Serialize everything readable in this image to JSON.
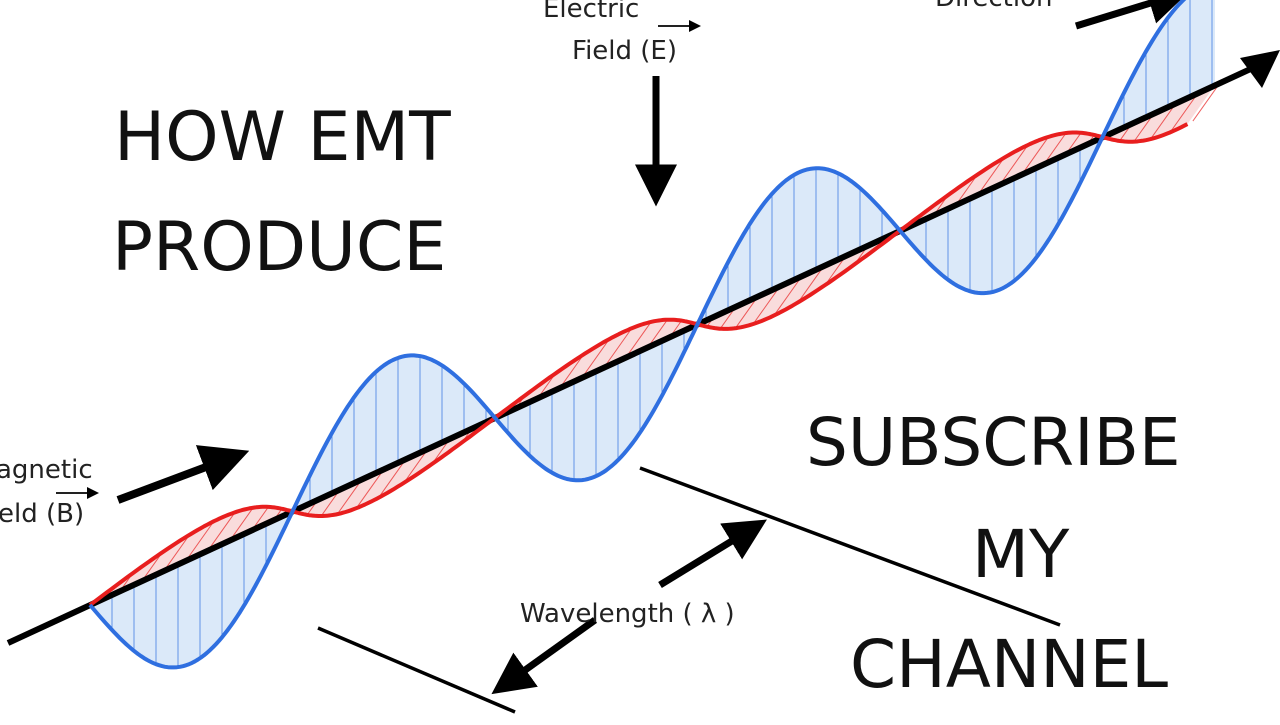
{
  "thumbnail": {
    "title_lines": [
      "HOW EMT",
      "PRODUCE"
    ],
    "cta_lines": [
      "SUBSCRIBE",
      "MY",
      "CHANNEL"
    ]
  },
  "diagram": {
    "labels": {
      "electric_line1": "Electric",
      "electric_line2": "Field (E)",
      "magnetic_line1": "agnetic",
      "magnetic_line2": "eld (B)",
      "wavelength": "Wavelength ( λ )",
      "direction": "Direction"
    },
    "colors": {
      "electric_wave": "#2f6fe0",
      "electric_fill": "#cfe2f7",
      "magnetic_wave": "#e81e1e",
      "magnetic_fill": "#f7d0d0",
      "axis": "#000000",
      "text": "#111111"
    }
  }
}
